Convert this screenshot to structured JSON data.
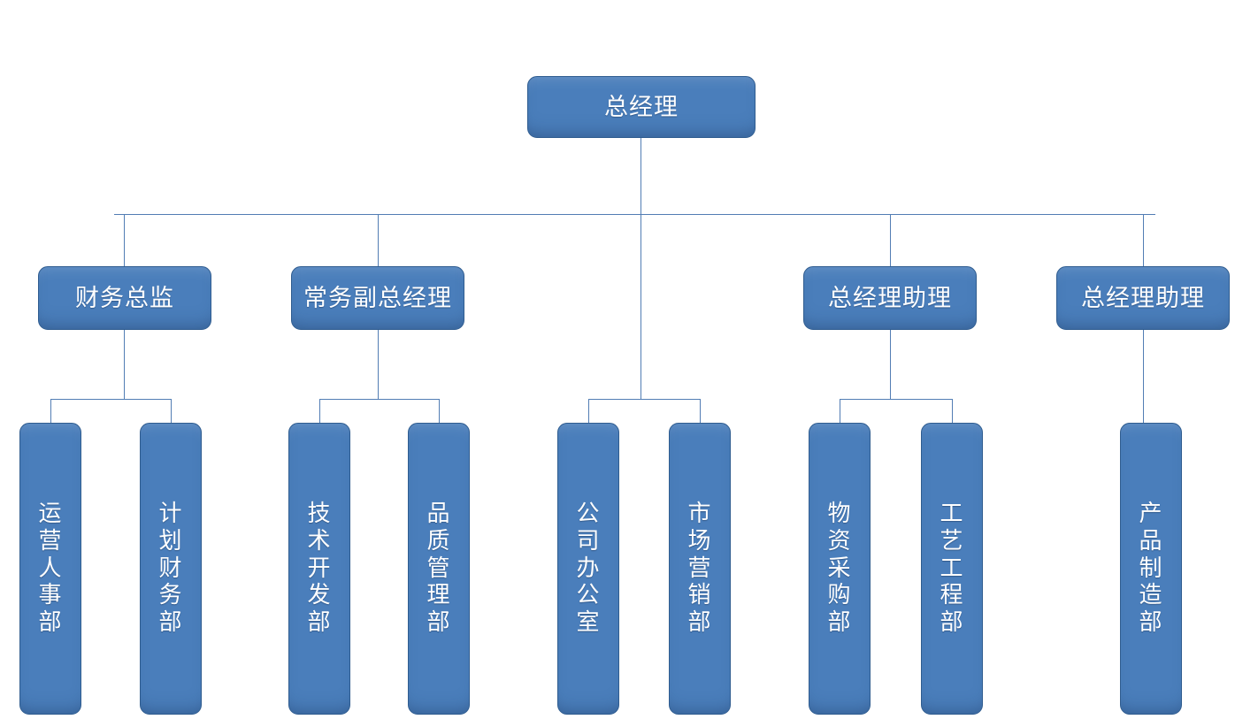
{
  "chart_data": {
    "type": "diagram",
    "diagram_type": "organizational-chart",
    "title": "",
    "orientation": "top-down",
    "node_fill_color": "#4a7ebb",
    "node_border_color": "#2f5c8f",
    "connector_color": "#527db4",
    "text_color": "#ffffff",
    "background_color": "#ffffff",
    "levels": 3,
    "nodes": [
      {
        "id": "gm",
        "label": "总经理",
        "level": 1,
        "parent": null,
        "text_orientation": "horizontal"
      },
      {
        "id": "cfo",
        "label": "财务总监",
        "level": 2,
        "parent": "gm",
        "text_orientation": "horizontal"
      },
      {
        "id": "evp",
        "label": "常务副总经理",
        "level": 2,
        "parent": "gm",
        "text_orientation": "horizontal"
      },
      {
        "id": "asst1",
        "label": "总经理助理",
        "level": 2,
        "parent": "gm",
        "text_orientation": "horizontal"
      },
      {
        "id": "asst2",
        "label": "总经理助理",
        "level": 2,
        "parent": "gm",
        "text_orientation": "horizontal"
      },
      {
        "id": "ops_hr",
        "label": "运营人事部",
        "level": 3,
        "parent": "cfo",
        "text_orientation": "vertical"
      },
      {
        "id": "plan_fin",
        "label": "计划财务部",
        "level": 3,
        "parent": "cfo",
        "text_orientation": "vertical"
      },
      {
        "id": "tech_dev",
        "label": "技术开发部",
        "level": 3,
        "parent": "evp",
        "text_orientation": "vertical"
      },
      {
        "id": "quality",
        "label": "品质管理部",
        "level": 3,
        "parent": "evp",
        "text_orientation": "vertical"
      },
      {
        "id": "office",
        "label": "公司办公室",
        "level": 3,
        "parent": "gm",
        "text_orientation": "vertical"
      },
      {
        "id": "marketing",
        "label": "市场营销部",
        "level": 3,
        "parent": "gm",
        "text_orientation": "vertical"
      },
      {
        "id": "purchase",
        "label": "物资采购部",
        "level": 3,
        "parent": "asst1",
        "text_orientation": "vertical"
      },
      {
        "id": "process",
        "label": "工艺工程部",
        "level": 3,
        "parent": "asst1",
        "text_orientation": "vertical"
      },
      {
        "id": "mfg",
        "label": "产品制造部",
        "level": 3,
        "parent": "asst2",
        "text_orientation": "vertical"
      }
    ],
    "edges": [
      {
        "from": "gm",
        "to": "cfo"
      },
      {
        "from": "gm",
        "to": "evp"
      },
      {
        "from": "gm",
        "to": "asst1"
      },
      {
        "from": "gm",
        "to": "asst2"
      },
      {
        "from": "gm",
        "to": "office"
      },
      {
        "from": "gm",
        "to": "marketing"
      },
      {
        "from": "cfo",
        "to": "ops_hr"
      },
      {
        "from": "cfo",
        "to": "plan_fin"
      },
      {
        "from": "evp",
        "to": "tech_dev"
      },
      {
        "from": "evp",
        "to": "quality"
      },
      {
        "from": "asst1",
        "to": "purchase"
      },
      {
        "from": "asst1",
        "to": "process"
      },
      {
        "from": "asst2",
        "to": "mfg"
      }
    ]
  },
  "chart": {
    "root": {
      "label": "总经理"
    },
    "level2": [
      {
        "label": "财务总监"
      },
      {
        "label": "常务副总经理"
      },
      {
        "label": "总经理助理"
      },
      {
        "label": "总经理助理"
      }
    ],
    "level3": [
      {
        "label": "运营人事部"
      },
      {
        "label": "计划财务部"
      },
      {
        "label": "技术开发部"
      },
      {
        "label": "品质管理部"
      },
      {
        "label": "公司办公室"
      },
      {
        "label": "市场营销部"
      },
      {
        "label": "物资采购部"
      },
      {
        "label": "工艺工程部"
      },
      {
        "label": "产品制造部"
      }
    ]
  }
}
